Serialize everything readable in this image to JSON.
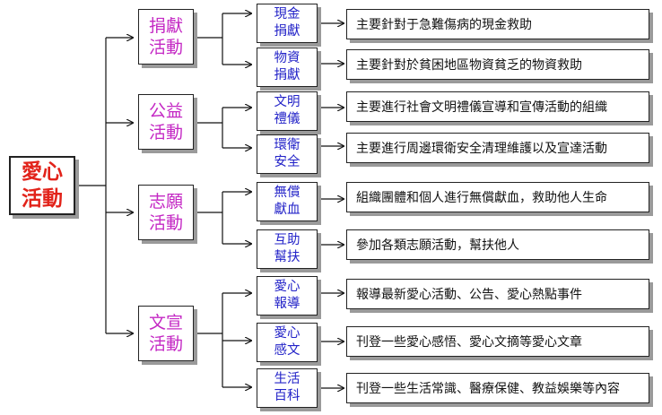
{
  "root": {
    "label_line1": "愛心",
    "label_line2": "活動"
  },
  "categories": [
    {
      "line1": "捐獻",
      "line2": "活動",
      "items": [
        {
          "line1": "現金",
          "line2": "捐獻",
          "desc": "主要針對于急難傷病的現金救助"
        },
        {
          "line1": "物資",
          "line2": "捐獻",
          "desc": "主要針對於貧困地區物資貧乏的物資救助"
        }
      ]
    },
    {
      "line1": "公益",
      "line2": "活動",
      "items": [
        {
          "line1": "文明",
          "line2": "禮儀",
          "desc": "主要進行社會文明禮儀宣導和宣傳活動的組織"
        },
        {
          "line1": "環衛",
          "line2": "安全",
          "desc": "主要進行周邊環衛安全清理維護以及宣達活動"
        }
      ]
    },
    {
      "line1": "志願",
      "line2": "活動",
      "items": [
        {
          "line1": "無償",
          "line2": "獻血",
          "desc": "組織團體和個人進行無償獻血，救助他人生命"
        },
        {
          "line1": "互助",
          "line2": "幫扶",
          "desc": "參加各類志願活動，幫扶他人"
        }
      ]
    },
    {
      "line1": "文宣",
      "line2": "活動",
      "items": [
        {
          "line1": "愛心",
          "line2": "報導",
          "desc": "報導最新愛心活動、公告、愛心熱點事件"
        },
        {
          "line1": "愛心",
          "line2": "感文",
          "desc": "刊登一些愛心感悟、愛心文摘等愛心文章"
        },
        {
          "line1": "生活",
          "line2": "百科",
          "desc": "刊登一些生活常識、醫療保健、教益娛樂等內容"
        }
      ]
    }
  ]
}
